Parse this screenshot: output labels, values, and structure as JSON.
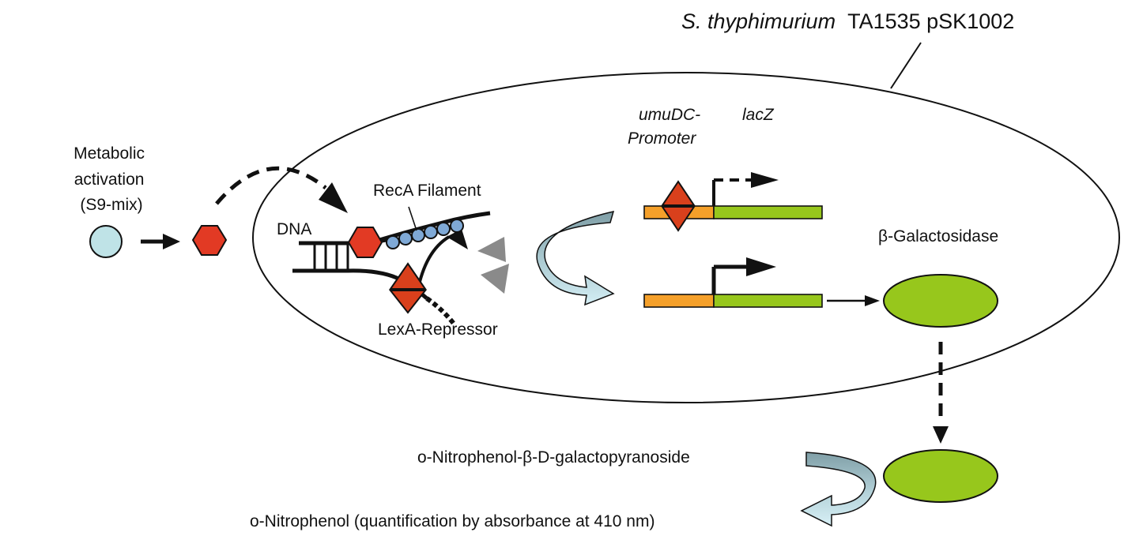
{
  "title": {
    "species": "S. thyphimurium",
    "strain": "TA1535 pSK1002"
  },
  "labels": {
    "metabolic_line1": "Metabolic",
    "metabolic_line2": "activation",
    "metabolic_line3": "(S9-mix)",
    "dna": "DNA",
    "reca": "RecA Filament",
    "lexa": "LexA-Repressor",
    "umudc_line1": "umuDC-",
    "umudc_line2": "Promoter",
    "lacz": "lacZ",
    "beta_gal": "β-Galactosidase",
    "onpg": "o-Nitrophenol-β-D-galactopyranoside",
    "onp": "o-Nitrophenol (quantification by absorbance at 410 nm)"
  },
  "colors": {
    "precursor": "#bfe3e7",
    "mutagen": "#e23a24",
    "lexa": "#d9401c",
    "reca_bead": "#7fa9d6",
    "promoter": "#f5a02a",
    "lacz": "#97c71c",
    "enzyme": "#97c71c",
    "cleaved": "#8a8a8a",
    "curved_arrow_top": "#7f9ea6",
    "curved_arrow_bottom": "#cfeaf2"
  }
}
